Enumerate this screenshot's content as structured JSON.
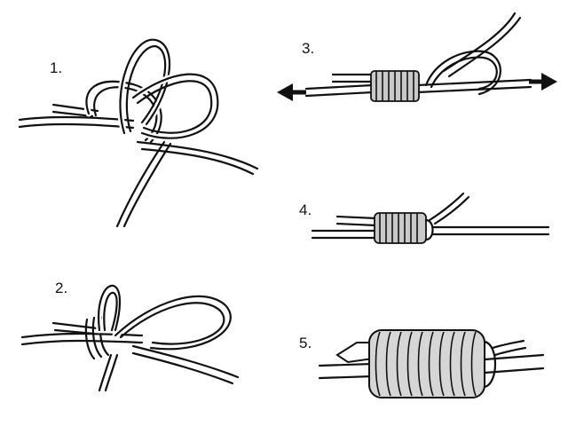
{
  "steps": [
    {
      "label": "1."
    },
    {
      "label": "2."
    },
    {
      "label": "3."
    },
    {
      "label": "4."
    },
    {
      "label": "5."
    }
  ]
}
